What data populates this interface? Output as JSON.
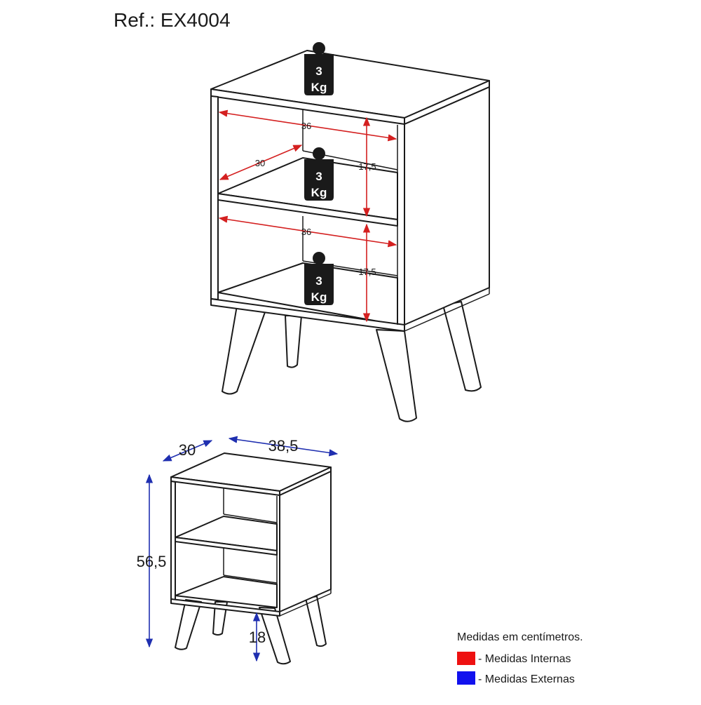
{
  "reference": "Ref.: EX4004",
  "internal_dimensions": {
    "upper_width": "36",
    "upper_depth": "30",
    "upper_height": "17,5",
    "lower_width": "36",
    "lower_height": "17,5"
  },
  "external_dimensions": {
    "depth": "30",
    "width": "38,5",
    "height": "56,5",
    "leg_height": "18"
  },
  "weight_labels": [
    {
      "value": "3",
      "unit": "Kg"
    },
    {
      "value": "3",
      "unit": "Kg"
    },
    {
      "value": "3",
      "unit": "Kg"
    }
  ],
  "legend": {
    "note": "Medidas em centímetros.",
    "items": [
      {
        "label": "- Medidas Internas",
        "color": "#ee1111"
      },
      {
        "label": "- Medidas Externas",
        "color": "#1111ee"
      }
    ]
  },
  "colors": {
    "internal": "#d42020",
    "external": "#1f2fb0"
  }
}
